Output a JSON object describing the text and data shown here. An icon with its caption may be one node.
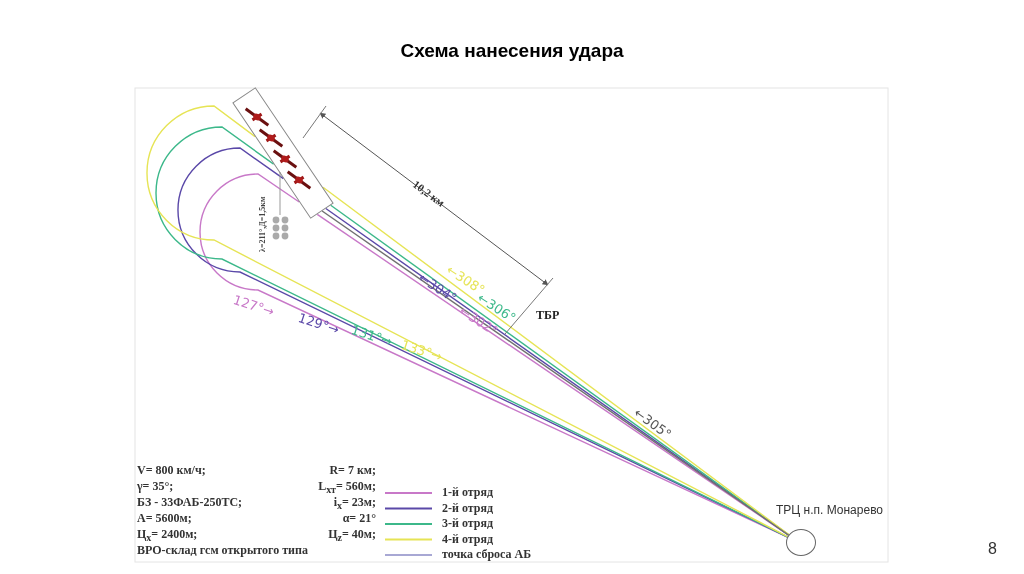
{
  "diagram": {
    "title": "Схема нанесения удара",
    "nodes": [
      {
        "text": [
          "ТРЦ н.п. Монарево"
        ]
      },
      {
        "text": [],
        "shape": "box"
      }
    ],
    "edges": [
      {
        "from": 1,
        "to": 0,
        "arrow": "none",
        "color": "#c878c8"
      },
      {
        "from": 1,
        "to": 0,
        "arrow": "none",
        "color": "#5a48a8"
      },
      {
        "from": 1,
        "to": 0,
        "arrow": "none",
        "color": "#3cb88a"
      },
      {
        "from": 1,
        "to": 0,
        "arrow": "none",
        "color": "#e6e455"
      },
      {
        "from": 1,
        "to": 0,
        "arrow": "none",
        "color": "#c878c8"
      },
      {
        "from": 1,
        "to": 0,
        "arrow": "none",
        "color": "#5a48a8"
      },
      {
        "from": 1,
        "to": 0,
        "arrow": "none",
        "color": "#3cb88a"
      },
      {
        "from": 1,
        "to": 0,
        "arrow": "none",
        "color": "#e6e455"
      },
      {
        "from": 1,
        "to": 0,
        "arrow": "none",
        "color": "#707070"
      }
    ],
    "labels": [
      "10,2 км",
      "ТБР",
      "λ=211°,Д=1,5км",
      "←308°",
      "←304°",
      "←306°",
      "←302°",
      "127°→",
      "129°→",
      "131°→",
      "133°→",
      "←305°",
      "V= 800 км/ч;",
      "R=  7 км;",
      "γ= 35°;",
      "L$_{хт}$= 560м;",
      "БЗ - 33ФАБ-250ТС;",
      "i$_{х}$= 23м;",
      "А= 5600м;",
      "α= 21°",
      "Ц$_{х}$= 2400м;",
      "Ц$_{z}$= 40м;",
      "ВРО-склад гсм открытого типа",
      "8"
    ],
    "legend": [
      {
        "text": "1-й отряд"
      },
      {
        "text": "2-й отряд"
      },
      {
        "text": "3-й отряд"
      },
      {
        "text": "4-й отряд"
      },
      {
        "text": "точка сброса АБ"
      }
    ]
  }
}
